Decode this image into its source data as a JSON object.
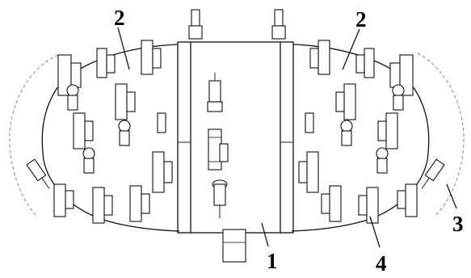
{
  "callouts": {
    "drum": "1",
    "end_ring_left": "2",
    "end_ring_right": "2",
    "gauge_cutter": "3",
    "disc_cutter": "4"
  }
}
